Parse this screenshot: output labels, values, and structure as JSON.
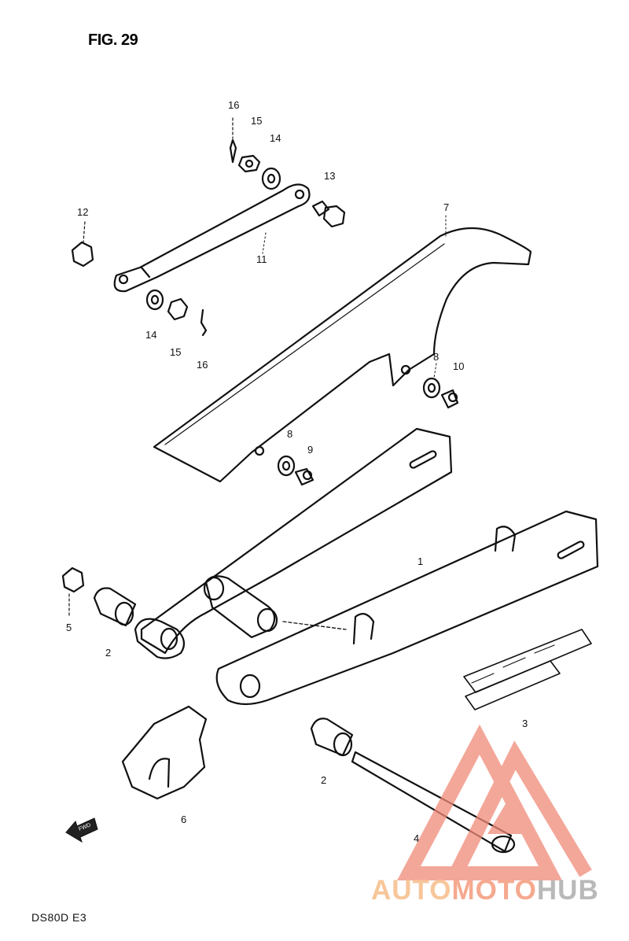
{
  "figure": {
    "title": "FIG. 29",
    "model_code": "DS80D  E3"
  },
  "part_labels": [
    {
      "id": "p16a",
      "text": "16"
    },
    {
      "id": "p15a",
      "text": "15"
    },
    {
      "id": "p14a",
      "text": "14"
    },
    {
      "id": "p13",
      "text": "13"
    },
    {
      "id": "p12",
      "text": "12"
    },
    {
      "id": "p11",
      "text": "11"
    },
    {
      "id": "p7",
      "text": "7"
    },
    {
      "id": "p14b",
      "text": "14"
    },
    {
      "id": "p15b",
      "text": "15"
    },
    {
      "id": "p16b",
      "text": "16"
    },
    {
      "id": "p8a",
      "text": "8"
    },
    {
      "id": "p10",
      "text": "10"
    },
    {
      "id": "p8b",
      "text": "8"
    },
    {
      "id": "p9",
      "text": "9"
    },
    {
      "id": "p1",
      "text": "1"
    },
    {
      "id": "p5",
      "text": "5"
    },
    {
      "id": "p2a",
      "text": "2"
    },
    {
      "id": "p3",
      "text": "3"
    },
    {
      "id": "p2b",
      "text": "2"
    },
    {
      "id": "p6",
      "text": "6"
    },
    {
      "id": "p4",
      "text": "4"
    }
  ],
  "front_arrow": {
    "text": "FWD",
    "icon": "front-direction-arrow-icon"
  },
  "watermark": {
    "part1": "AUTO",
    "part2": "MOTO",
    "part3": "HUB",
    "colors": {
      "part1": "#f7c69a",
      "part2": "#f5a98f",
      "part3": "#b9b9b9",
      "logo": "#f08a78"
    }
  }
}
